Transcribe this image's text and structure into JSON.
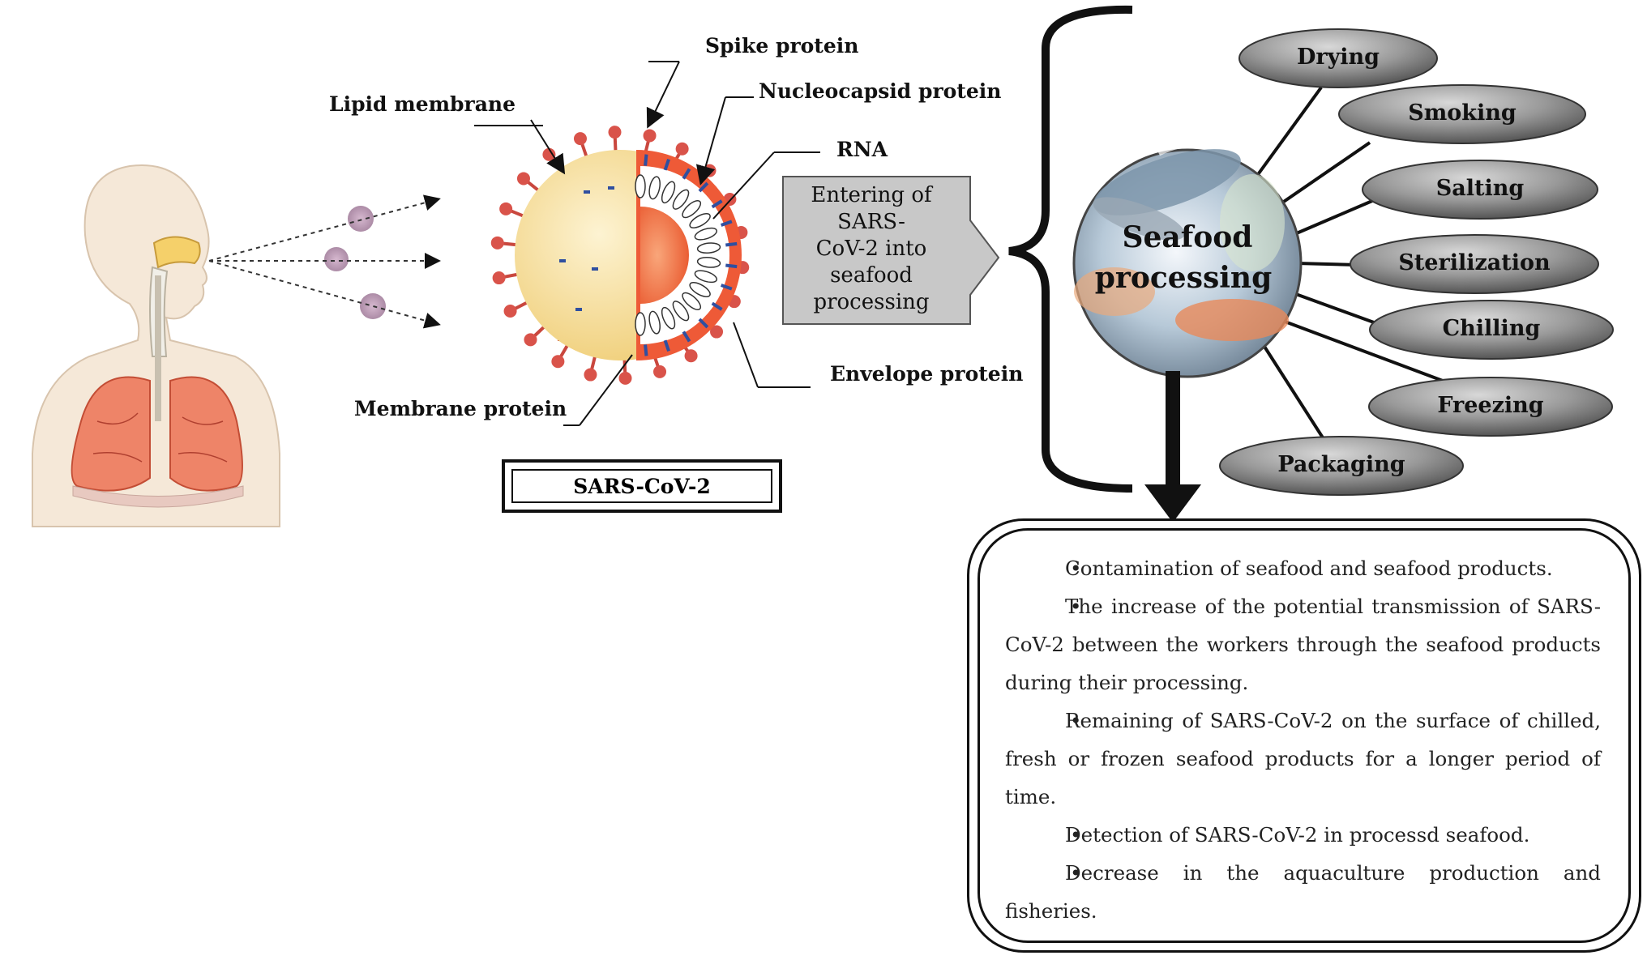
{
  "labels": {
    "spike": "Spike protein",
    "nucleocapsid": "Nucleocapsid protein",
    "lipid": "Lipid membrane",
    "rna": "RNA",
    "envelope": "Envelope  protein",
    "membrane": "Membrane protein",
    "sars_box": "SARS-CoV-2"
  },
  "entering_arrow": {
    "lines": [
      "Entering of",
      "SARS-",
      "CoV-2 into",
      "seafood",
      "processing"
    ]
  },
  "center": {
    "title_line1": "Seafood",
    "title_line2": "processing"
  },
  "processes": [
    "Drying",
    "Smoking",
    "Salting",
    "Sterilization",
    "Chilling",
    "Freezing",
    "Packaging"
  ],
  "impacts": [
    "Contamination of seafood and seafood products.",
    "The increase of the potential transmission of SARS-CoV-2  between the workers through the seafood products during their processing.",
    "Remaining of SARS-CoV-2 on the surface of chilled, fresh or frozen seafood products for a longer period of time.",
    "Detection of SARS-CoV-2 in processd seafood.",
    "Decrease in the aquaculture production and fisheries."
  ],
  "colors": {
    "ellipse_fill": "#8a8a8a",
    "virus_body": "#f7dfa0",
    "virus_core": "#f06a3c",
    "spike": "#d9534a",
    "lung": "#e86a50",
    "arrow_fill": "#c8c8c8"
  }
}
